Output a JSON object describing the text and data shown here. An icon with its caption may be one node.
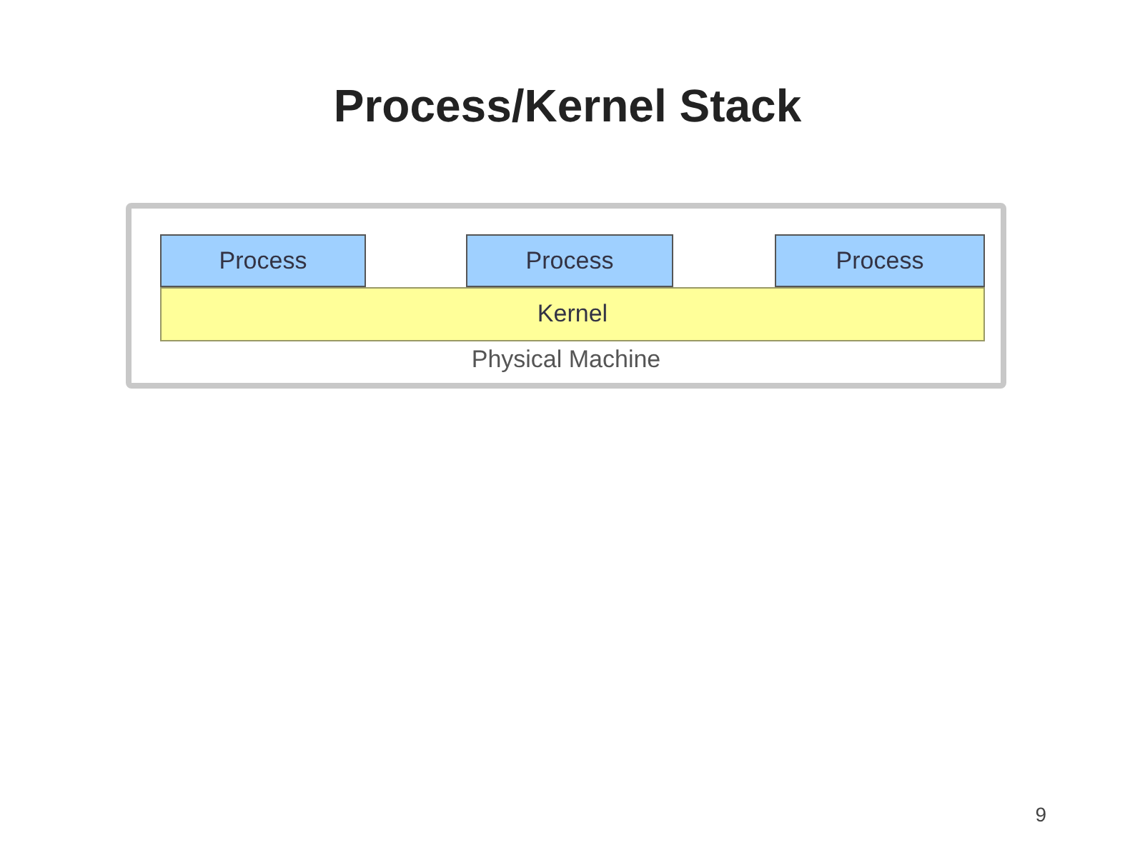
{
  "diagram": {
    "title": "Process/Kernel Stack",
    "nodes": [
      {
        "text": [
          "Physical Machine"
        ]
      },
      {
        "text": [
          "Process"
        ],
        "in": 0
      },
      {
        "text": [
          "Process"
        ],
        "in": 0
      },
      {
        "text": [
          "Process"
        ],
        "in": 0
      },
      {
        "text": [
          "Kernel"
        ],
        "in": 0
      }
    ],
    "labels": [
      "9"
    ]
  }
}
